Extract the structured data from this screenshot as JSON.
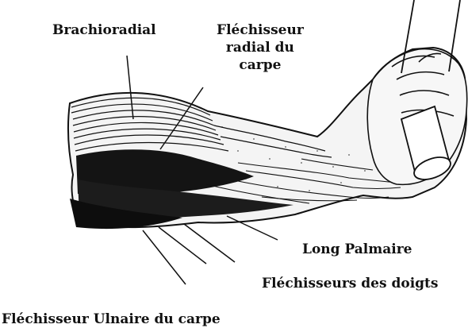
{
  "labels": {
    "brachioradial": "Brachioradial",
    "flechisseur_radial_line1": "Fléchisseur",
    "flechisseur_radial_line2": "radial du",
    "flechisseur_radial_line3": "carpe",
    "long_palmaire": "Long Palmaire",
    "flechisseurs_doigts": "Fléchisseurs des doigts",
    "flechisseur_ulnaire": "Fléchisseur Ulnaire du carpe"
  },
  "colors": {
    "ink": "#111111",
    "background": "#ffffff"
  }
}
